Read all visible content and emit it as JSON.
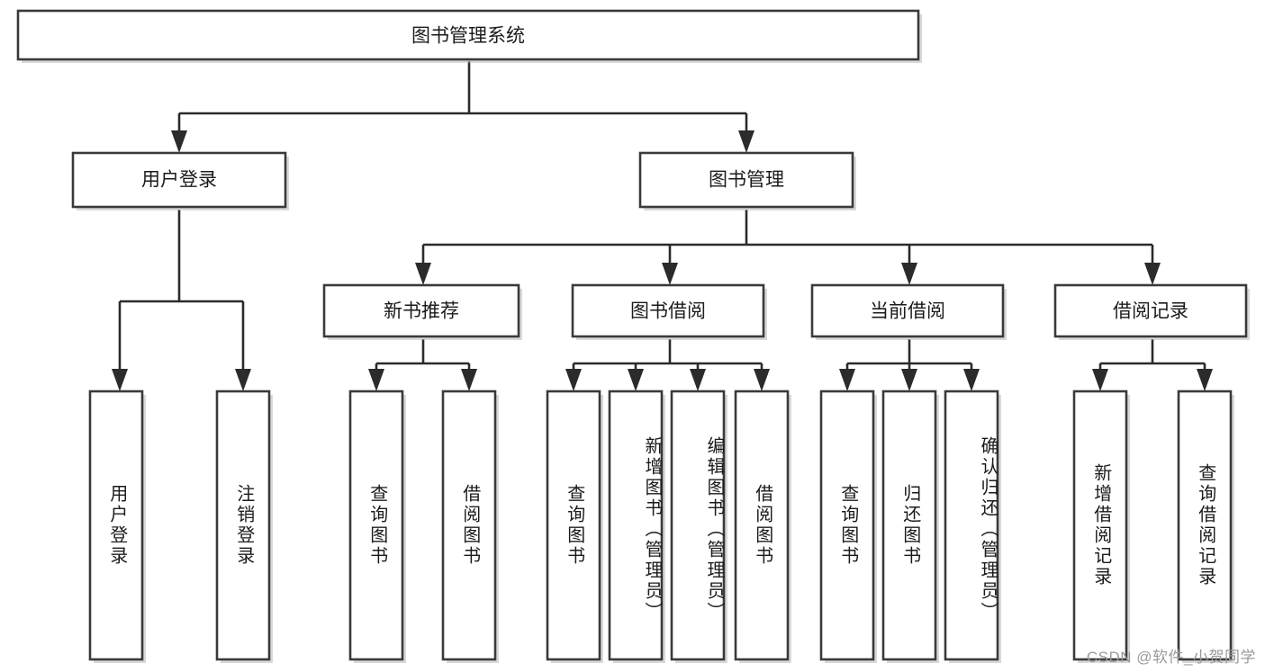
{
  "diagram": {
    "title": "图书管理系统",
    "type": "tree-hierarchy-flowchart",
    "watermark": "CSDN @软件_小贺同学",
    "colors": {
      "box_stroke": "#3a3a3a",
      "box_fill": "#ffffff",
      "connector": "#2b2b2b",
      "text": "#1b1b1b",
      "watermark": "#9a9a9a",
      "background": "#ffffff"
    },
    "root": {
      "id": "root",
      "label": "图书管理系统",
      "orientation": "horizontal"
    },
    "level2": [
      {
        "id": "user-login",
        "label": "用户登录",
        "orientation": "horizontal"
      },
      {
        "id": "book-manage",
        "label": "图书管理",
        "orientation": "horizontal"
      }
    ],
    "level3": [
      {
        "id": "new-book-rec",
        "label": "新书推荐",
        "orientation": "horizontal",
        "parent": "book-manage"
      },
      {
        "id": "book-borrow",
        "label": "图书借阅",
        "orientation": "horizontal",
        "parent": "book-manage"
      },
      {
        "id": "current-borrow",
        "label": "当前借阅",
        "orientation": "horizontal",
        "parent": "book-manage"
      },
      {
        "id": "borrow-record",
        "label": "借阅记录",
        "orientation": "horizontal",
        "parent": "book-manage"
      }
    ],
    "leaves": [
      {
        "id": "leaf-user-login",
        "label": "用户登录",
        "orientation": "vertical",
        "parent": "user-login"
      },
      {
        "id": "leaf-logout",
        "label": "注销登录",
        "orientation": "vertical",
        "parent": "user-login"
      },
      {
        "id": "leaf-query-book-1",
        "label": "查询图书",
        "orientation": "vertical",
        "parent": "new-book-rec"
      },
      {
        "id": "leaf-borrow-book-1",
        "label": "借阅图书",
        "orientation": "vertical",
        "parent": "new-book-rec"
      },
      {
        "id": "leaf-query-book-2",
        "label": "查询图书",
        "orientation": "vertical",
        "parent": "book-borrow"
      },
      {
        "id": "leaf-add-book",
        "label": "新增图书（管理员）",
        "orientation": "vertical",
        "parent": "book-borrow"
      },
      {
        "id": "leaf-edit-book",
        "label": "编辑图书（管理员）",
        "orientation": "vertical",
        "parent": "book-borrow"
      },
      {
        "id": "leaf-borrow-book-2",
        "label": "借阅图书",
        "orientation": "vertical",
        "parent": "book-borrow"
      },
      {
        "id": "leaf-query-book-3",
        "label": "查询图书",
        "orientation": "vertical",
        "parent": "current-borrow"
      },
      {
        "id": "leaf-return-book",
        "label": "归还图书",
        "orientation": "vertical",
        "parent": "current-borrow"
      },
      {
        "id": "leaf-confirm-return",
        "label": "确认归还（管理员）",
        "orientation": "vertical",
        "parent": "current-borrow"
      },
      {
        "id": "leaf-add-record",
        "label": "新增借阅记录",
        "orientation": "vertical",
        "parent": "borrow-record"
      },
      {
        "id": "leaf-query-record",
        "label": "查询借阅记录",
        "orientation": "vertical",
        "parent": "borrow-record"
      }
    ]
  }
}
